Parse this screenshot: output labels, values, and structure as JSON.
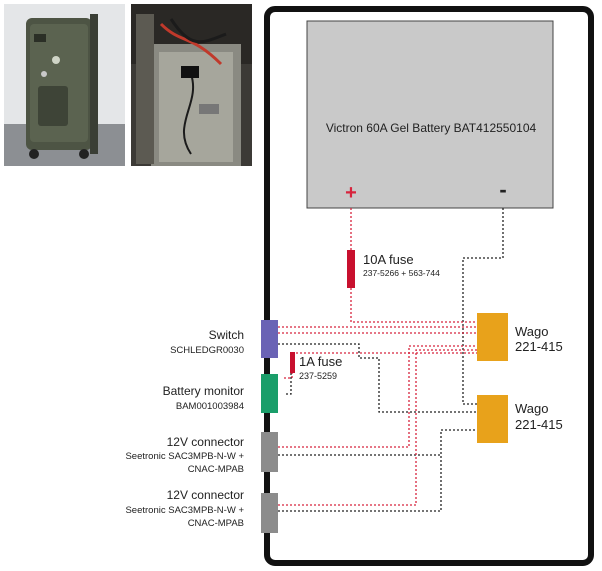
{
  "photos": [
    {
      "icon": "case-photo"
    },
    {
      "icon": "wiring-photo"
    }
  ],
  "battery": {
    "label": "Victron 60A Gel Battery BAT412550104",
    "positive": "+",
    "negative": "-"
  },
  "fuse_main": {
    "title": "10A fuse",
    "part": "237-5266 + 563-744"
  },
  "fuse_small": {
    "title": "1A fuse",
    "part": "237-5259"
  },
  "wagos": [
    {
      "name": "Wago",
      "model": "221-415"
    },
    {
      "name": "Wago",
      "model": "221-415"
    }
  ],
  "components": {
    "switch": {
      "title": "Switch",
      "part": "SCHLEDGR0030"
    },
    "battery_monitor": {
      "title": "Battery monitor",
      "part": "BAM001003984"
    },
    "connector1": {
      "title": "12V connector",
      "part1": "Seetronic SAC3MPB-N-W +",
      "part2": "CNAC-MPAB"
    },
    "connector2": {
      "title": "12V connector",
      "part1": "Seetronic SAC3MPB-N-W +",
      "part2": "CNAC-MPAB"
    }
  },
  "colors": {
    "enclosure": "#111111",
    "battery_fill": "#c9c9c9",
    "positive_wire": "#d7243d",
    "negative_wire": "#222222",
    "fuse": "#c8102e",
    "wago": "#e8a21b",
    "switch": "#6a63b5",
    "monitor": "#1a9e6a",
    "connector": "#8c8c8c"
  }
}
